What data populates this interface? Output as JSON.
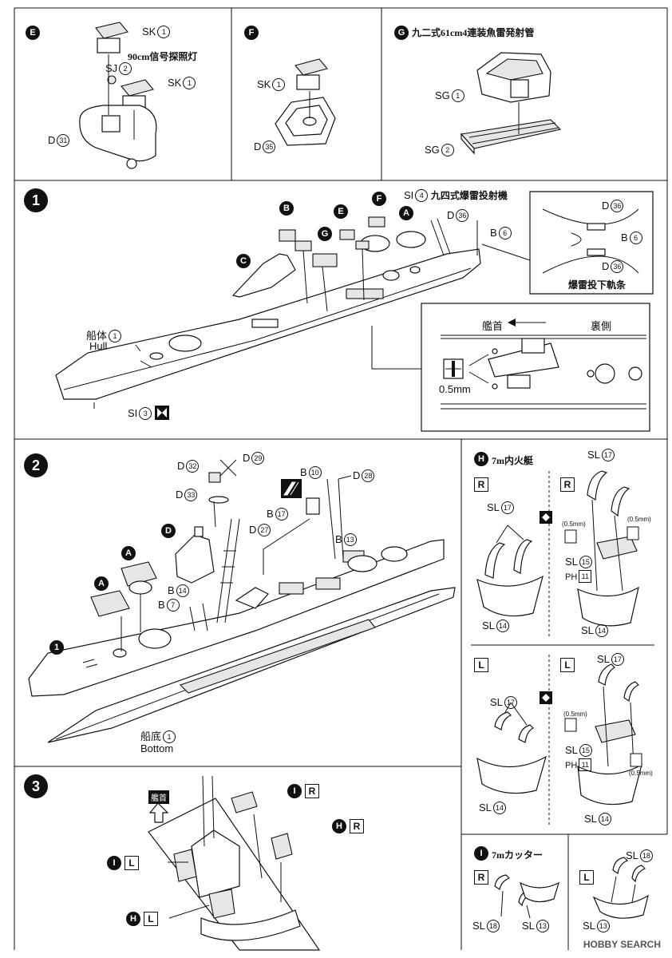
{
  "panels": {
    "E": {
      "badge": "E",
      "sk1": "SK",
      "sk1_n": "1",
      "lamp_title": "90cm信号探照灯",
      "sj": "SJ",
      "sj_n": "2",
      "sk2": "SK",
      "sk2_n": "1",
      "d": "D",
      "d_n": "31"
    },
    "F": {
      "badge": "F",
      "sk": "SK",
      "sk_n": "1",
      "d": "D",
      "d_n": "35"
    },
    "G": {
      "badge": "G",
      "title": "九二式61cm4連装魚雷発射管",
      "sg1": "SG",
      "sg1_n": "1",
      "sg2": "SG",
      "sg2_n": "2"
    }
  },
  "step1": {
    "num": "1",
    "si4": "SI",
    "si4_n": "4",
    "si4_text": "九四式爆雷投射機",
    "d36": "D",
    "d36_n": "36",
    "b6": "B",
    "b6_n": "6",
    "hull": "船体",
    "hull_n": "1",
    "hull_en": "Hull",
    "si3": "SI",
    "si3_n": "3",
    "rail_title": "爆雷投下軌条",
    "inset_d1": "D",
    "inset_d1_n": "36",
    "inset_b": "B",
    "inset_b_n": "6",
    "inset_d2": "D",
    "inset_d2_n": "36",
    "bow": "艦首",
    "reverse": "裏側",
    "drill": "0.5mm",
    "badges": [
      "B",
      "C",
      "G",
      "E",
      "F",
      "A"
    ]
  },
  "step2": {
    "num": "2",
    "d32": "D",
    "d32_n": "32",
    "d29": "D",
    "d29_n": "29",
    "d33": "D",
    "d33_n": "33",
    "b10": "B",
    "b10_n": "10",
    "d28": "D",
    "d28_n": "28",
    "b17": "B",
    "b17_n": "17",
    "d27": "D",
    "d27_n": "27",
    "b13": "B",
    "b13_n": "13",
    "b14": "B",
    "b14_n": "14",
    "b7": "B",
    "b7_n": "7",
    "bottom": "船底",
    "bottom_n": "1",
    "bottom_en": "Bottom",
    "badges": [
      "D",
      "A",
      "A",
      "1"
    ]
  },
  "step3": {
    "num": "3",
    "bow": "艦首",
    "labels": [
      "I",
      "R",
      "H",
      "R",
      "I",
      "L",
      "H",
      "L"
    ]
  },
  "panelH": {
    "badge": "H",
    "title": "7m内火艇",
    "R": "R",
    "L": "L",
    "sl17": "SL",
    "sl17_n": "17",
    "sl15": "SL",
    "sl15_n": "15",
    "sl14": "SL",
    "sl14_n": "14",
    "ph": "PH",
    "ph_n": "11",
    "half": "(0.5mm)"
  },
  "panelI": {
    "badge": "I",
    "title": "7mカッター",
    "R": "R",
    "L": "L",
    "sl18": "SL",
    "sl18_n": "18",
    "sl13": "SL",
    "sl13_n": "13"
  },
  "watermark": "HOBBY SEARCH"
}
